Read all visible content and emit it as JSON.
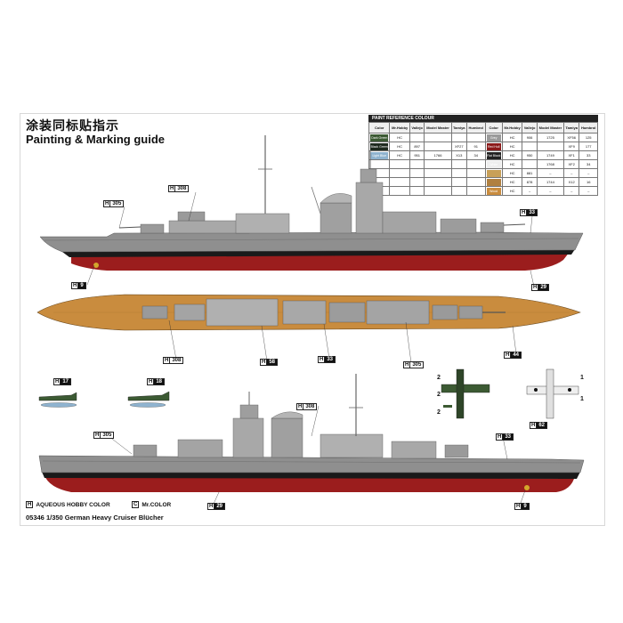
{
  "title_cn": "涂装同标贴指示",
  "title_en": "Painting & Marking guide",
  "paint_reference": {
    "caption": "PAINT REFERENCE COLOUR",
    "headers": [
      "Color",
      "Mr.Hobby",
      "Vallejo",
      "Model Master",
      "Tamiya",
      "Humbrol",
      "Color",
      "Mr.Hobby",
      "Vallejo",
      "Model Master",
      "Tamiya",
      "Humbrol"
    ],
    "rows": [
      {
        "left_color": "Dark Green",
        "left_hex": "#3c5a33",
        "left_code": "HC",
        "left_num": "",
        "left_vals": [
          "",
          "",
          "",
          ""
        ],
        "right_color": "Grey",
        "right_hex": "#9a9a9a",
        "right_code": "HC",
        "right_num": "",
        "right_vals": [
          "906",
          "1725",
          "XF56",
          "125"
        ]
      },
      {
        "left_color": "Black Green",
        "left_hex": "#1e2a1e",
        "left_code": "HC",
        "left_num": "",
        "left_vals": [
          "897",
          "",
          "XF27",
          "91"
        ],
        "right_color": "Red Hull",
        "right_hex": "#8b1a1a",
        "right_code": "HC",
        "right_num": "",
        "right_vals": [
          "",
          "",
          "XF9",
          "177"
        ]
      },
      {
        "left_color": "Light Blue",
        "left_hex": "#8fb3cf",
        "left_code": "HC",
        "left_num": "",
        "left_vals": [
          "951",
          "1766",
          "X13",
          "34"
        ],
        "right_color": "Flat Black",
        "right_hex": "#222222",
        "right_code": "HC",
        "right_num": "",
        "right_vals": [
          "950",
          "1749",
          "XF1",
          "33"
        ]
      },
      {
        "left_color": "",
        "left_hex": "#ffffff",
        "left_code": "",
        "left_num": "",
        "left_vals": [
          "",
          "",
          "",
          ""
        ],
        "right_color": "White",
        "right_hex": "#eeeeee",
        "right_code": "HC",
        "right_num": "",
        "right_vals": [
          "",
          "1768",
          "XF2",
          "34"
        ]
      },
      {
        "left_color": "",
        "left_hex": "#ffffff",
        "left_code": "",
        "left_num": "",
        "left_vals": [
          "",
          "",
          "",
          ""
        ],
        "right_color": "",
        "right_hex": "#c8a058",
        "right_code": "HC",
        "right_num": "",
        "right_vals": [
          "881",
          "–",
          "–",
          "–"
        ]
      },
      {
        "left_color": "",
        "left_hex": "#ffffff",
        "left_code": "",
        "left_num": "",
        "left_vals": [
          "",
          "",
          "",
          ""
        ],
        "right_color": "",
        "right_hex": "#b08040",
        "right_code": "HC",
        "right_num": "",
        "right_vals": [
          "878",
          "1744",
          "X12",
          "16"
        ]
      },
      {
        "left_color": "",
        "left_hex": "#ffffff",
        "left_code": "",
        "left_num": "",
        "left_vals": [
          "",
          "",
          "",
          ""
        ],
        "right_color": "Wood",
        "right_hex": "#c98c3e",
        "right_code": "HC",
        "right_num": "",
        "right_vals": [
          "–",
          "–",
          "–",
          "–"
        ]
      }
    ]
  },
  "callouts": [
    {
      "id": "c1",
      "h": "H",
      "num": "308"
    },
    {
      "id": "c2",
      "h": "H",
      "num": "305"
    },
    {
      "id": "c3",
      "h": "H",
      "num": "33"
    },
    {
      "id": "c4",
      "h": "H",
      "num": "9"
    },
    {
      "id": "c5",
      "h": "H",
      "num": "29"
    },
    {
      "id": "c6",
      "h": "H",
      "num": "308"
    },
    {
      "id": "c7",
      "h": "H",
      "num": "58"
    },
    {
      "id": "c8",
      "h": "H",
      "num": "33"
    },
    {
      "id": "c9",
      "h": "H",
      "num": "305"
    },
    {
      "id": "c10",
      "h": "H",
      "num": "44"
    },
    {
      "id": "c11",
      "h": "H",
      "num": "17"
    },
    {
      "id": "c12",
      "h": "H",
      "num": "18"
    },
    {
      "id": "c13",
      "h": "H",
      "num": "62"
    },
    {
      "id": "c14",
      "h": "H",
      "num": "308"
    },
    {
      "id": "c15",
      "h": "H",
      "num": "305"
    },
    {
      "id": "c16",
      "h": "H",
      "num": "33"
    },
    {
      "id": "c17",
      "h": "H",
      "num": "29"
    },
    {
      "id": "c18",
      "h": "H",
      "num": "9"
    }
  ],
  "decal_numbers": {
    "top_left": "2",
    "mid_left": "2",
    "bottom_left": "2",
    "right_1": "1",
    "right_2": "1"
  },
  "legend": {
    "aqueous_box": "H",
    "aqueous_label": "AQUEOUS HOBBY COLOR",
    "mrcolor_box": "C",
    "mrcolor_label": "Mr.COLOR"
  },
  "footer": "05346 1/350 German Heavy Cruiser Blücher",
  "colors": {
    "hull_grey": "#8f8f8f",
    "hull_red": "#9b1d1d",
    "deck_wood": "#c98c3e",
    "boot_black": "#1a1a1a",
    "superstructure": "#a8a8a8"
  }
}
